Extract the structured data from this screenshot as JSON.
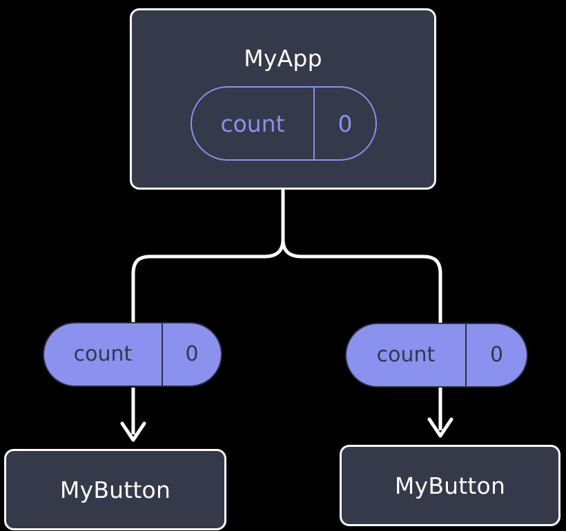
{
  "diagram": {
    "type": "component-state-tree",
    "background_color": "#000000",
    "accent_color": "#8a91ee",
    "card_fill_color": "#343a49",
    "stroke_color": "#ffffff",
    "root": {
      "title": "MyApp",
      "state": {
        "key": "count",
        "value": "0"
      }
    },
    "children": [
      {
        "prop": {
          "key": "count",
          "value": "0"
        },
        "title": "MyButton"
      },
      {
        "prop": {
          "key": "count",
          "value": "0"
        },
        "title": "MyButton"
      }
    ],
    "edges": {
      "root_to_fork": "vertical-line",
      "fork": "branch-split",
      "prop_to_child": "arrow-down"
    }
  }
}
